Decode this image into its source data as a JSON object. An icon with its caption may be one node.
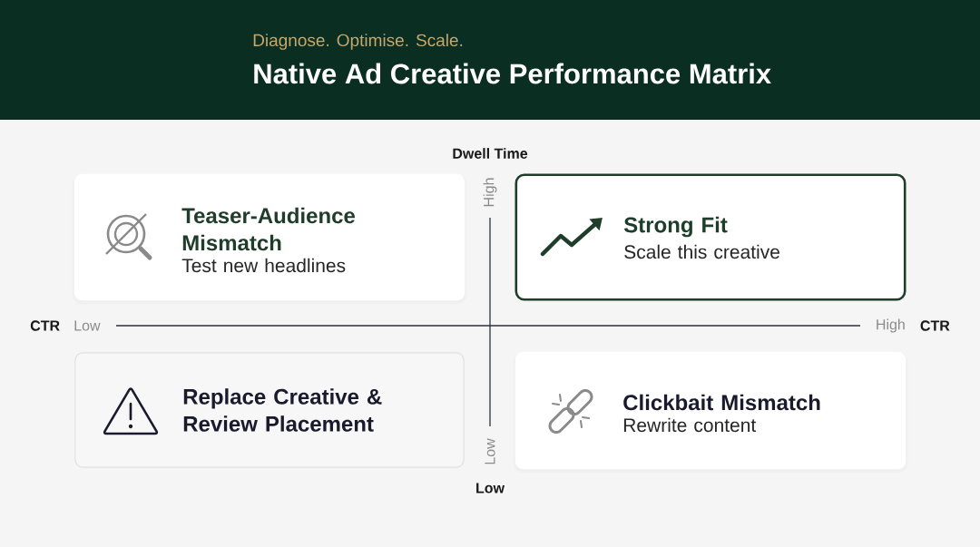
{
  "diagram": {
    "title": "Native Ad Creative Performance Matrix",
    "nodes": [
      {
        "text": [
          "Teaser-Audience Mismatch",
          "Test new headlines"
        ]
      },
      {
        "text": [
          "Strong Fit",
          "Scale this creative"
        ]
      },
      {
        "text": [
          "Replace Creative & Review Placement"
        ]
      },
      {
        "text": [
          "Clickbait Mismatch",
          "Rewrite content"
        ]
      }
    ],
    "labels": [
      "Diagnose. Optimise. Scale.",
      "Dwell Time",
      "High",
      "CTR",
      "Low",
      "High",
      "CTR",
      "Low",
      "Low"
    ]
  }
}
